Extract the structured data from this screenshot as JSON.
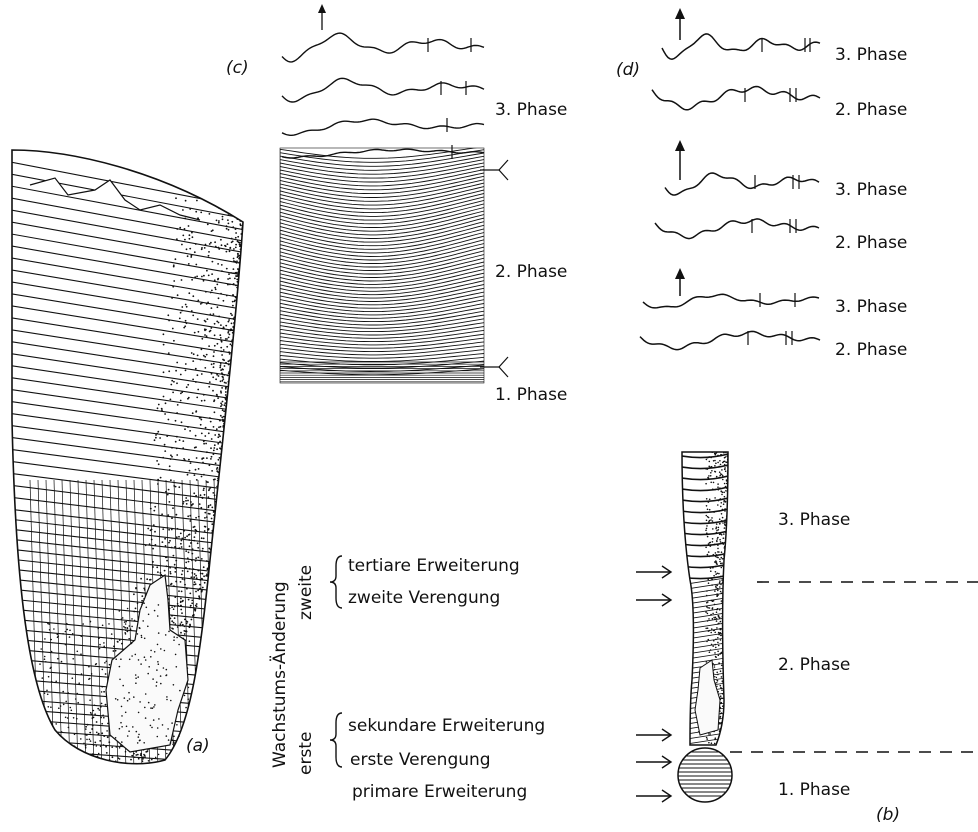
{
  "panels": {
    "a": "(a)",
    "b": "(b)",
    "c": "(c)",
    "d": "(d)"
  },
  "panel_c": {
    "phase3": "3. Phase",
    "phase2": "2. Phase",
    "phase1": "1. Phase"
  },
  "panel_d": {
    "pairs": [
      {
        "upper": "3. Phase",
        "lower": "2. Phase"
      },
      {
        "upper": "3. Phase",
        "lower": "2. Phase"
      },
      {
        "upper": "3. Phase",
        "lower": "2. Phase"
      }
    ]
  },
  "panel_b": {
    "phase3": "3. Phase",
    "phase2": "2. Phase",
    "phase1": "1. Phase"
  },
  "growth_change": {
    "title": "Wachstums-Änderung",
    "second": "zweite",
    "first": "erste",
    "items": [
      "tertiare Erweiterung",
      "zweite Verengung",
      "sekundare Erweiterung",
      "erste Verengung",
      "primare Erweiterung"
    ]
  },
  "colors": {
    "ink": "#111111",
    "paper": "#ffffff"
  }
}
